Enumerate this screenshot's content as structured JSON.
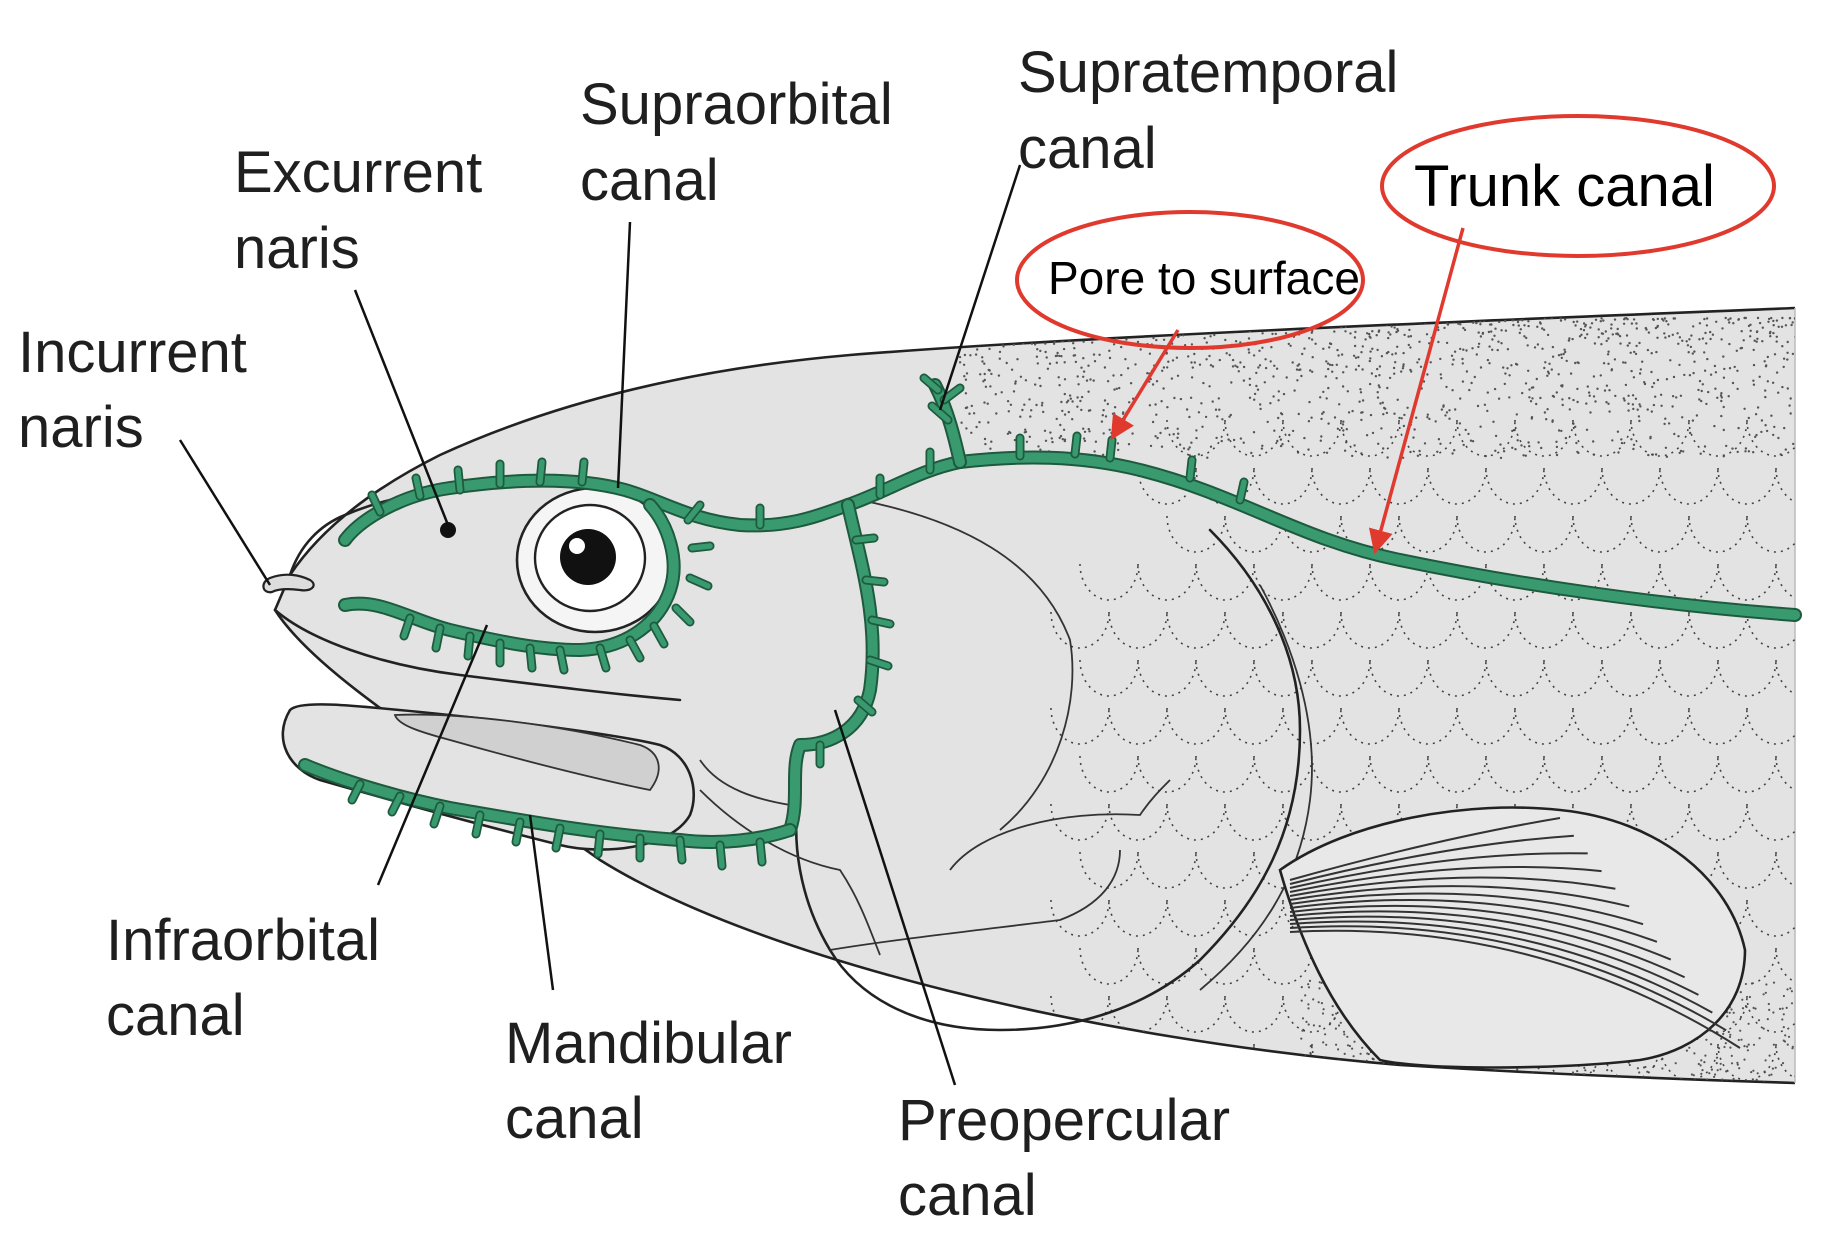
{
  "colors": {
    "canal": "#3a9a6f",
    "canal_outline": "#1d5a3e",
    "body_fill": "#e3e3e3",
    "outline": "#222222",
    "highlight": "#e03a2f"
  },
  "labels": {
    "incurrent_naris": [
      "Incurrent",
      "naris"
    ],
    "excurrent_naris": [
      "Excurrent",
      "naris"
    ],
    "supraorbital_canal": [
      "Supraorbital",
      "canal"
    ],
    "supratemporal_canal": [
      "Supratemporal",
      "canal"
    ],
    "trunk_canal": "Trunk canal",
    "pore_to_surface": "Pore to surface",
    "infraorbital_canal": [
      "Infraorbital",
      "canal"
    ],
    "mandibular_canal": [
      "Mandibular",
      "canal"
    ],
    "preopercular_canal": [
      "Preopercular",
      "canal"
    ]
  }
}
